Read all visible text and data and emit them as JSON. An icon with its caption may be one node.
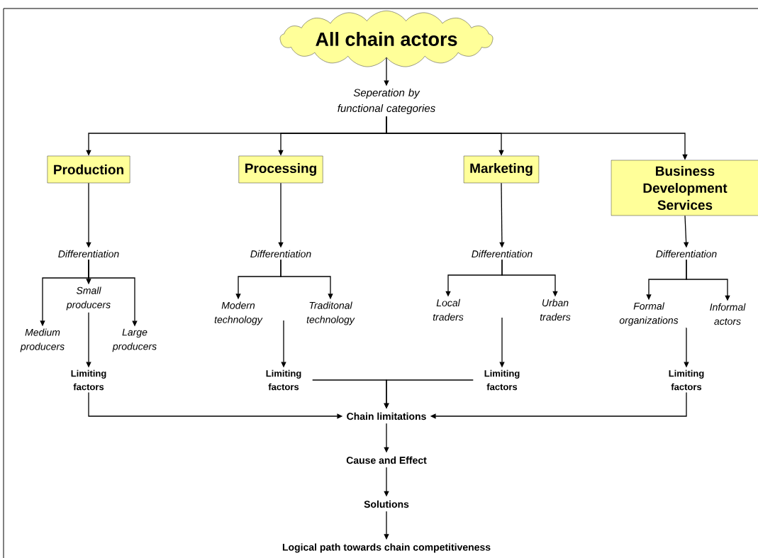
{
  "diagram": {
    "nodes": [
      {
        "text": [
          "All chain actors"
        ]
      },
      {
        "text": [
          "Seperation by functional categories"
        ]
      },
      {
        "text": [
          "Production"
        ]
      },
      {
        "text": [
          "Processing"
        ]
      },
      {
        "text": [
          "Marketing"
        ]
      },
      {
        "text": [
          "Business Development Services"
        ]
      },
      {
        "text": [
          "Differentiation"
        ]
      },
      {
        "text": [
          "Differentiation"
        ]
      },
      {
        "text": [
          "Differentiation"
        ]
      },
      {
        "text": [
          "Differentiation"
        ]
      },
      {
        "text": [
          "Small producers"
        ]
      },
      {
        "text": [
          "Medium producers"
        ]
      },
      {
        "text": [
          "Large producers"
        ]
      },
      {
        "text": [
          "Modern technology"
        ]
      },
      {
        "text": [
          "Traditonal technology"
        ]
      },
      {
        "text": [
          "Local traders"
        ]
      },
      {
        "text": [
          "Urban traders"
        ]
      },
      {
        "text": [
          "Formal organizations"
        ]
      },
      {
        "text": [
          "Informal actors"
        ]
      },
      {
        "text": [
          "Limiting factors"
        ]
      },
      {
        "text": [
          "Limiting factors"
        ]
      },
      {
        "text": [
          "Limiting factors"
        ]
      },
      {
        "text": [
          "Limiting factors"
        ]
      },
      {
        "text": [
          "Chain limitations"
        ]
      },
      {
        "text": [
          "Cause and Effect"
        ]
      },
      {
        "text": [
          "Solutions"
        ]
      },
      {
        "text": [
          "Logical path towards chain competitiveness"
        ]
      }
    ],
    "edges": [
      {
        "from": 0,
        "to": 1,
        "arrow": "to"
      },
      {
        "from": 1,
        "to": 2,
        "arrow": "to"
      },
      {
        "from": 1,
        "to": 3,
        "arrow": "to"
      },
      {
        "from": 1,
        "to": 4,
        "arrow": "to"
      },
      {
        "from": 1,
        "to": 5,
        "arrow": "to"
      },
      {
        "from": 2,
        "to": 6,
        "arrow": "to"
      },
      {
        "from": 3,
        "to": 7,
        "arrow": "to"
      },
      {
        "from": 4,
        "to": 8,
        "arrow": "to"
      },
      {
        "from": 5,
        "to": 9,
        "arrow": "to"
      },
      {
        "from": 6,
        "to": 10,
        "arrow": "to"
      },
      {
        "from": 6,
        "to": 11,
        "arrow": "to"
      },
      {
        "from": 6,
        "to": 12,
        "arrow": "to"
      },
      {
        "from": 10,
        "to": 19,
        "arrow": "to"
      },
      {
        "from": 7,
        "to": 13,
        "arrow": "to"
      },
      {
        "from": 7,
        "to": 14,
        "arrow": "to"
      },
      {
        "from": null,
        "to": 20,
        "arrow": "to"
      },
      {
        "from": 8,
        "to": 15,
        "arrow": "to"
      },
      {
        "from": 8,
        "to": 16,
        "arrow": "to"
      },
      {
        "from": null,
        "to": 21,
        "arrow": "to"
      },
      {
        "from": 9,
        "to": 17,
        "arrow": "to"
      },
      {
        "from": 9,
        "to": 18,
        "arrow": "to"
      },
      {
        "from": 17,
        "to": 22,
        "arrow": "to"
      },
      {
        "from": 19,
        "to": 23,
        "arrow": "to"
      },
      {
        "from": 20,
        "to": 23,
        "arrow": "to"
      },
      {
        "from": 21,
        "to": 23,
        "arrow": "to"
      },
      {
        "from": 22,
        "to": 23,
        "arrow": "to"
      },
      {
        "from": 23,
        "to": 24,
        "arrow": "to"
      },
      {
        "from": 24,
        "to": 25,
        "arrow": "to"
      },
      {
        "from": 25,
        "to": 26,
        "arrow": "to"
      }
    ]
  }
}
